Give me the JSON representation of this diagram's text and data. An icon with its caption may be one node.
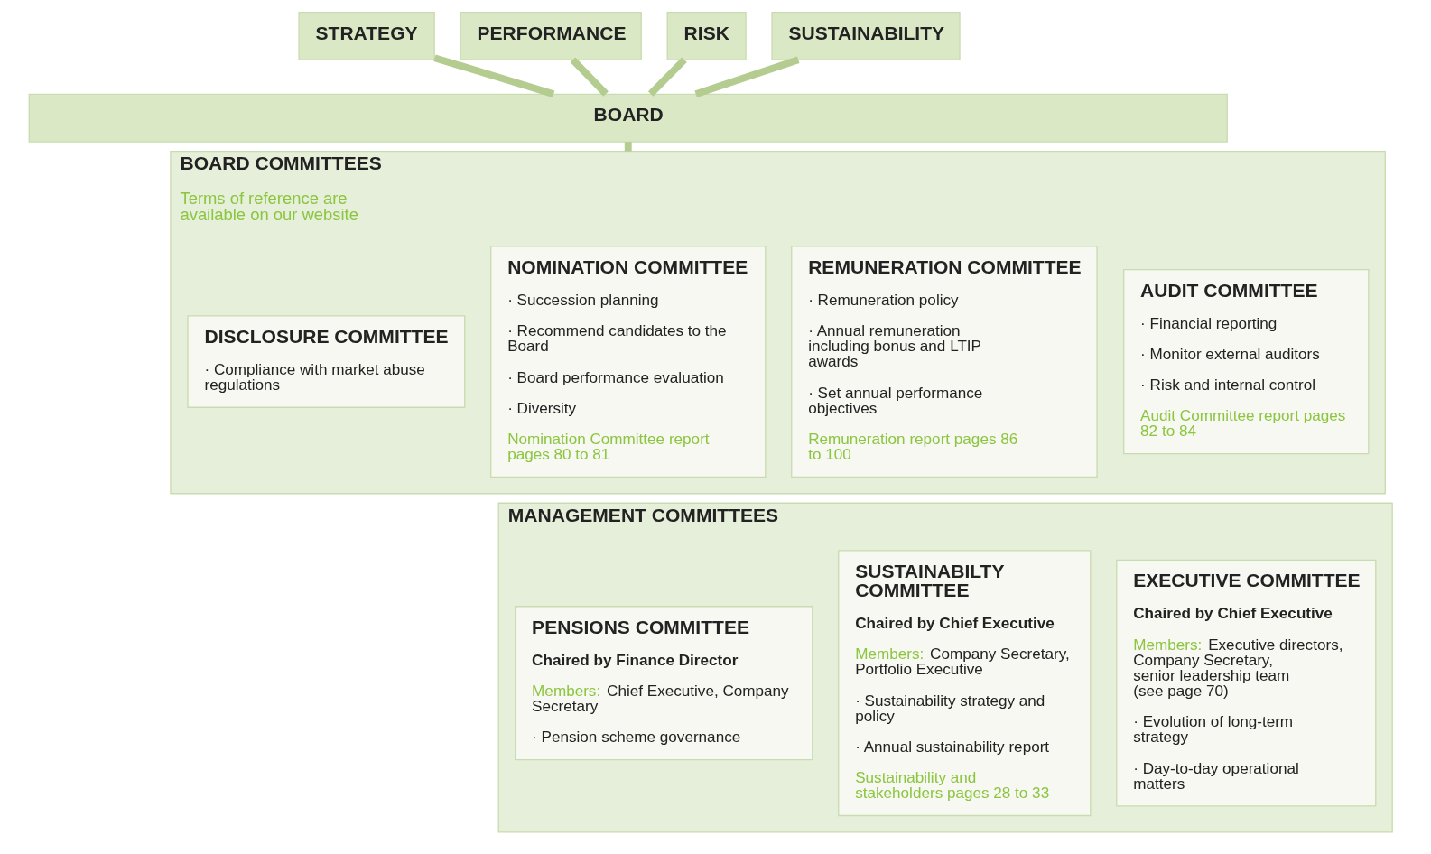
{
  "diagram": {
    "nodes": [
      {
        "text": [
          "STRATEGY"
        ]
      },
      {
        "text": [
          "PERFORMANCE"
        ]
      },
      {
        "text": [
          "RISK"
        ]
      },
      {
        "text": [
          "SUSTAINABILITY"
        ]
      },
      {
        "text": [
          "BOARD"
        ]
      },
      {
        "text": [
          "BOARD COMMITTEES",
          "Terms of reference are available on our website"
        ]
      },
      {
        "text": [
          "AUDIT COMMITTEE",
          "· Financial reporting",
          "· Monitor external auditors",
          "· Risk and internal control",
          "Audit Committee report pages 82 to 84"
        ],
        "in": 5
      },
      {
        "text": [
          "REMUNERATION COMMITTEE",
          "· Remuneration policy",
          "· Annual remuneration including bonus and LTIP awards",
          "· Set annual performance objectives",
          "Remuneration report pages 86 to 100"
        ],
        "in": 5
      },
      {
        "text": [
          "NOMINATION COMMITTEE",
          "· Succession planning",
          "· Recommend candidates to the Board",
          "· Board performance evaluation",
          "· Diversity",
          "Nomination Committee report pages 80 to 81"
        ],
        "in": 5
      },
      {
        "text": [
          "DISCLOSURE COMMITTEE",
          "· Compliance with market abuse regulations"
        ],
        "in": 5
      },
      {
        "text": [
          "MANAGEMENT COMMITTEES"
        ]
      },
      {
        "text": [
          "EXECUTIVE COMMITTEE",
          "Chaired by Chief Executive",
          "Members:",
          "Executive directors, Company Secretary, senior leadership team (see page 70)",
          "· Evolution of long-term strategy",
          "· Day-to-day operational matters"
        ],
        "in": 10
      },
      {
        "text": [
          "SUSTAINABILTY COMMITTEE",
          "Chaired by Chief Executive",
          "Members:",
          "Company Secretary, Portfolio Executive",
          "· Sustainability strategy and policy",
          "· Annual sustainability report",
          "Sustainability and stakeholders pages 28 to 33"
        ],
        "in": 10
      },
      {
        "text": [
          "PENSIONS COMMITTEE",
          "Chaired by Finance Director",
          "Members:",
          "Chief Executive, Company Secretary",
          "· Pension scheme governance"
        ],
        "in": 10
      }
    ],
    "edges": [
      {
        "from": 0,
        "to": 4,
        "arrow": "none"
      },
      {
        "from": 1,
        "to": 4,
        "arrow": "none"
      },
      {
        "from": 2,
        "to": 4,
        "arrow": "none"
      },
      {
        "from": 3,
        "to": 4,
        "arrow": "none"
      },
      {
        "from": 4,
        "to": 5,
        "arrow": "none"
      }
    ]
  }
}
